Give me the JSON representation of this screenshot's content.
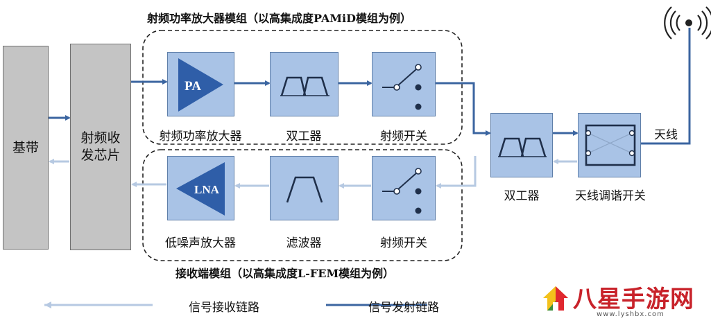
{
  "groups": {
    "tx_title": "射频功率放大器模组（以高集成度PAMiD模组为例）",
    "rx_title": "接收端模组（以高集成度L-FEM模组为例）"
  },
  "blocks": {
    "baseband": "基带",
    "transceiver": "射频收发芯片",
    "pa_glyph": "PA",
    "pa_label": "射频功率放大器",
    "duplexer_tx_label": "双工器",
    "switch_tx_label": "射频开关",
    "lna_glyph": "LNA",
    "lna_label": "低噪声放大器",
    "filter_label": "滤波器",
    "switch_rx_label": "射频开关",
    "duplexer_main_label": "双工器",
    "tuner_label": "天线调谐开关",
    "antenna_label": "天线"
  },
  "legend": {
    "rx_path": "信号接收链路",
    "tx_path": "信号发射链路"
  },
  "watermark": {
    "brand": "八星手游网",
    "url": "www.lyshbx.com"
  },
  "colors": {
    "tx_line": "#3b65a0",
    "rx_line": "#b6c9e2",
    "block_fill": "#a9c3e6",
    "glyph_fill": "#2f5ea8",
    "brand_red": "#c8222a"
  }
}
